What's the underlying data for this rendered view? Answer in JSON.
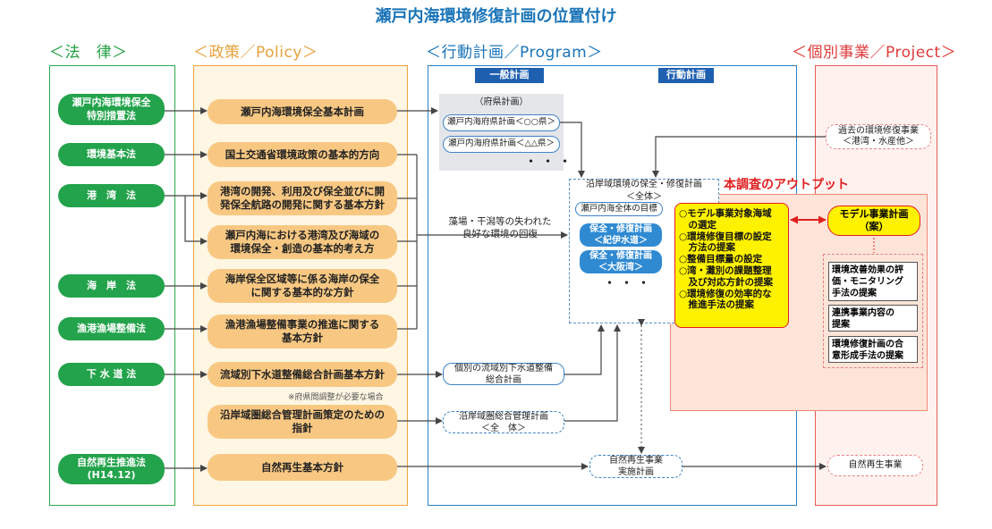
{
  "title": "瀬戸内海環境修復計画の位置付け",
  "headers": {
    "law": "＜法　律＞",
    "policy": "＜政策／Policy＞",
    "program": "＜行動計画／Program＞",
    "project": "＜個別事業／Project＞"
  },
  "program_tabs": {
    "general": "一般計画",
    "action": "行動計画"
  },
  "laws": [
    "瀬戸内海環境保全\n特別措置法",
    "環境基本法",
    "港　湾　法",
    "海　岸　法",
    "漁港漁場整備法",
    "下 水 道 法",
    "自然再生推進法\n(H14.12)"
  ],
  "policies": [
    "瀬戸内海環境保全基本計画",
    "国土交通省環境政策の基本的方向",
    "港湾の開発、利用及び保全並びに開\n発保全航路の開発に関する基本方針",
    "瀬戸内海における港湾及び海域の\n環境保全・創造の基本的考え方",
    "海岸保全区域等に係る海岸の保全\nに関する基本的な方針",
    "漁港漁場整備事業の推進に関する\n基本方針",
    "流域別下水道整備総合計画基本方針",
    "沿岸域圏総合管理計画策定のための\n指針",
    "自然再生基本方針"
  ],
  "policy_note": "※府県間調整が必要な場合",
  "prefecture": {
    "label": "（府県計画）",
    "plan1": "瀬戸内海府県計画＜○○県＞",
    "plan2": "瀬戸内海府県計画＜△△県＞",
    "dots": "・・・"
  },
  "coastal": {
    "title": "沿岸域環境の保全・修復計画\n＜全体＞",
    "goal": "瀬戸内海全体の目標",
    "kii": "保全・修復計画\n＜紀伊水道＞",
    "osaka": "保全・修復計画\n＜大阪湾＞",
    "dots": "・・・"
  },
  "arrow_label": "藻場・干潟等の失われた\n良好な環境の回復",
  "sewer_plan": "個別の流域別下水道整備\n総合計画",
  "coastal_mgmt_plan": "沿岸域圏総合管理計画\n＜全　体＞",
  "nature_plan": "自然再生事業\n実施計画",
  "output": {
    "title": "本調査のアウトプット",
    "items": [
      "○モデル事業対象海域\n　の選定",
      "○環境修復目標の設定\n　方法の提案",
      "○整備目標量の設定",
      "○湾・灘別の課題整理\n　及び対応方針の提案",
      "○環境修復の効率的な\n　推進手法の提案"
    ],
    "model": "モデル事業計画\n（案）",
    "sub": [
      "環境改善効果の評\n価・モニタリング\n手法の提案",
      "連携事業内容の\n提案",
      "環境修復計画の合\n意形成手法の提案"
    ]
  },
  "projects": {
    "past": "過去の環境修復事業\n＜港湾・水産他＞",
    "nature": "自然再生事業"
  }
}
